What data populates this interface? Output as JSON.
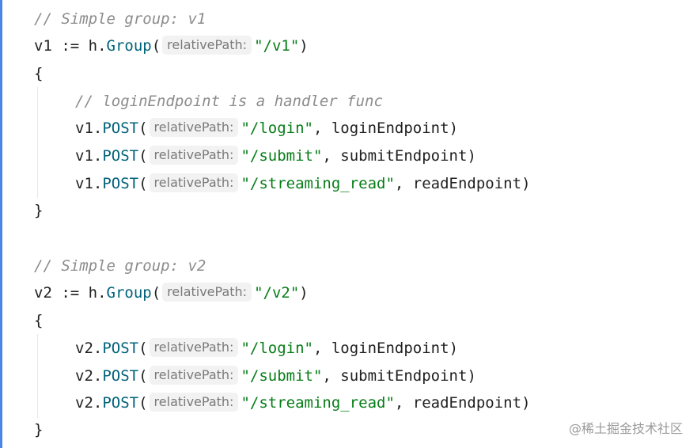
{
  "code": {
    "group_v1": {
      "comment": "// Simple group: v1",
      "decl_var": "v1 := h.",
      "decl_method": "Group",
      "decl_open": "(",
      "decl_hint": "relativePath:",
      "decl_path": "\"/v1\"",
      "decl_close": ")",
      "open_brace": "{",
      "inner_comment": "// loginEndpoint is a handler func",
      "routes": [
        {
          "receiver": "v1.",
          "method": "POST",
          "open": "(",
          "hint": "relativePath:",
          "path": "\"/login\"",
          "sep": ", ",
          "handler": "loginEndpoint",
          "close": ")"
        },
        {
          "receiver": "v1.",
          "method": "POST",
          "open": "(",
          "hint": "relativePath:",
          "path": "\"/submit\"",
          "sep": ", ",
          "handler": "submitEndpoint",
          "close": ")"
        },
        {
          "receiver": "v1.",
          "method": "POST",
          "open": "(",
          "hint": "relativePath:",
          "path": "\"/streaming_read\"",
          "sep": ", ",
          "handler": "readEndpoint",
          "close": ")"
        }
      ],
      "close_brace": "}"
    },
    "group_v2": {
      "comment": "// Simple group: v2",
      "decl_var": "v2 := h.",
      "decl_method": "Group",
      "decl_open": "(",
      "decl_hint": "relativePath:",
      "decl_path": "\"/v2\"",
      "decl_close": ")",
      "open_brace": "{",
      "routes": [
        {
          "receiver": "v2.",
          "method": "POST",
          "open": "(",
          "hint": "relativePath:",
          "path": "\"/login\"",
          "sep": ", ",
          "handler": "loginEndpoint",
          "close": ")"
        },
        {
          "receiver": "v2.",
          "method": "POST",
          "open": "(",
          "hint": "relativePath:",
          "path": "\"/submit\"",
          "sep": ", ",
          "handler": "submitEndpoint",
          "close": ")"
        },
        {
          "receiver": "v2.",
          "method": "POST",
          "open": "(",
          "hint": "relativePath:",
          "path": "\"/streaming_read\"",
          "sep": ", ",
          "handler": "readEndpoint",
          "close": ")"
        }
      ],
      "close_brace": "}"
    }
  },
  "watermark": "@稀土掘金技术社区",
  "colors": {
    "comment": "#8c8c8c",
    "method": "#00627a",
    "string": "#067d17",
    "hint_bg": "#f2f2f2",
    "accent_border": "#4a86e8"
  }
}
